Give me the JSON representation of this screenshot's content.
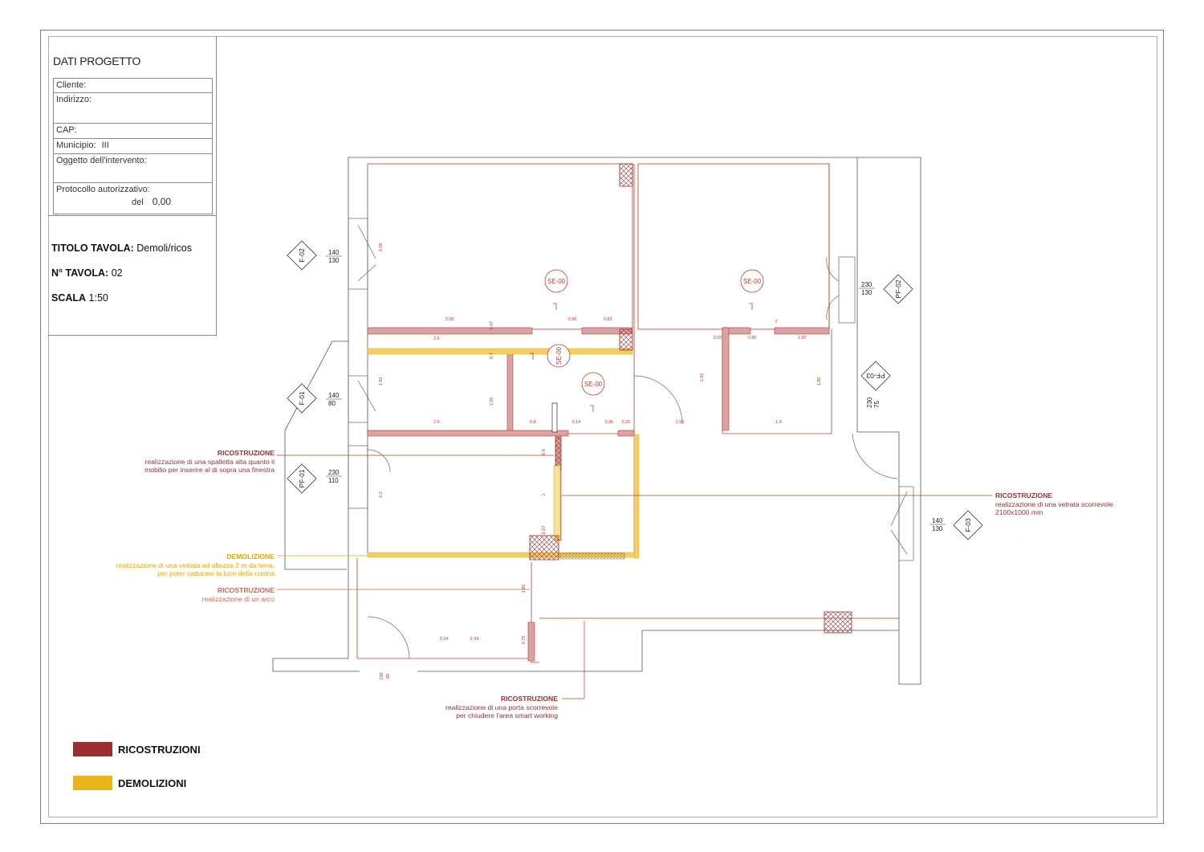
{
  "project": {
    "heading": "DATI PROGETTO",
    "fields": {
      "cliente": "Cliente:",
      "indirizzo": "Indirizzo:",
      "cap": "CAP:",
      "municipio": "Municipio:",
      "municipio_value": "III",
      "oggetto": "Oggetto dell'intervento:",
      "protocollo": "Protocollo autorizzativo:",
      "del_label": "del",
      "del_value": "0,00"
    }
  },
  "sheet": {
    "titolo_label": "TITOLO TAVOLA:",
    "titolo_value": "Demoli/ricos",
    "numero_label": "N° TAVOLA:",
    "numero_value": "02",
    "scala_label": "SCALA",
    "scala_value": "1:50"
  },
  "windows": [
    {
      "tag": "F-02",
      "w": "140",
      "h": "130"
    },
    {
      "tag": "F-01",
      "w": "140",
      "h": "80"
    },
    {
      "tag": "PF-01",
      "w": "230",
      "h": "110"
    },
    {
      "tag": "PF-02",
      "w": "230",
      "h": "130"
    },
    {
      "tag": "PF-03",
      "w": "230",
      "h": "75"
    },
    {
      "tag": "F-03",
      "w": "140",
      "h": "130"
    }
  ],
  "sections": [
    "SE-00",
    "SE-00",
    "SE-00",
    "SE-00"
  ],
  "dimensions": [
    "3.08",
    "0.96",
    "0.93",
    "0.07",
    "2.6",
    "0.7",
    "1.92",
    "1.05",
    "2.6",
    "0.8",
    "0.14",
    "0.96",
    "0.25",
    "1.59",
    "1.9",
    "2",
    "0.02",
    "0.86",
    "1.92",
    "1.92",
    "1.85",
    "3.08",
    "0.8",
    "1",
    "2.2",
    "0.27",
    "1.85",
    "3.24",
    "2.34",
    "0.75",
    "230",
    "80"
  ],
  "notes": [
    {
      "heading": "RICOSTRUZIONE",
      "lines": [
        "realizzazione di una spalletta alta quanto il",
        "mobilio per inserire al di sopra una finestra"
      ]
    },
    {
      "heading": "DEMOLIZIONE",
      "lines": [
        "realizzazione di una vetrata ad altezza 2 m da terra,",
        "per poter catturare la luce della cucina"
      ]
    },
    {
      "heading": "RICOSTRUZIONE",
      "lines": [
        "realizzazione di un arco"
      ]
    },
    {
      "heading": "RICOSTRUZIONE",
      "lines": [
        "realizzazione di una vetrata scorrevole",
        "2100x1000 mm"
      ]
    },
    {
      "heading": "RICOSTRUZIONE",
      "lines": [
        "realizzazione di una porta scorrevole",
        "per chiudere l'area smart working"
      ]
    }
  ],
  "legend": [
    {
      "label": "RICOSTRUZIONI",
      "color": "#9b2f2f"
    },
    {
      "label": "DEMOLIZIONI",
      "color": "#e8b51a"
    }
  ],
  "colors": {
    "wall": "#c0392b",
    "wall_fill": "#d9a3a3",
    "demolition": "#f2cf6a",
    "reconstruction_dark": "#9b2f2f",
    "note_red": "#9b2f2f",
    "note_yellow": "#e0a800",
    "note_salmon": "#c76a5a"
  }
}
